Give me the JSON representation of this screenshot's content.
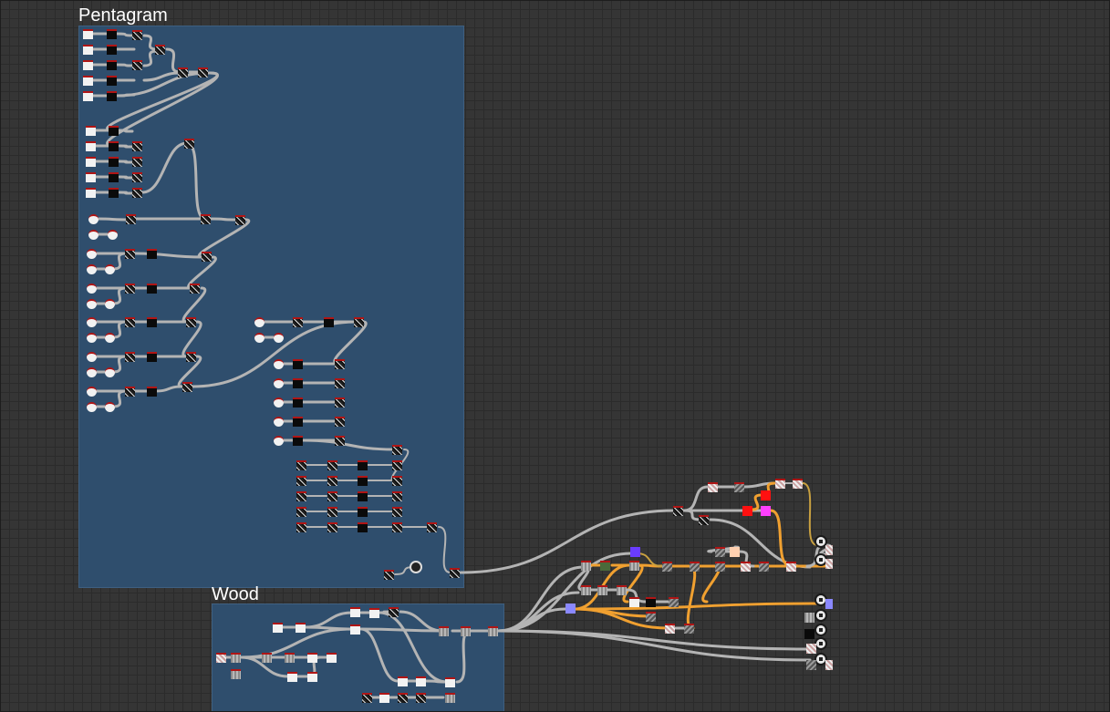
{
  "canvas": {
    "frames": [
      {
        "id": "pentagram",
        "title": "Pentagram"
      },
      {
        "id": "wood",
        "title": "Wood"
      }
    ]
  },
  "colors": {
    "canvas_bg": "#353535",
    "grid_line": "#2b2b2b",
    "frame_fill": "#2f4e6d",
    "link_gray": "#b4b4b4",
    "link_orange": "#f0a030",
    "node_header": "#b01515",
    "accent_red": "#ff1010",
    "accent_magenta": "#ff40ff",
    "accent_violet": "#6a3cff",
    "accent_lavender": "#8a88ff",
    "accent_peach": "#ffd0b0"
  },
  "node_types": [
    "input-color",
    "shape-black",
    "noise-pattern",
    "blend-gray",
    "gradient-white",
    "output-node",
    "round-input"
  ]
}
